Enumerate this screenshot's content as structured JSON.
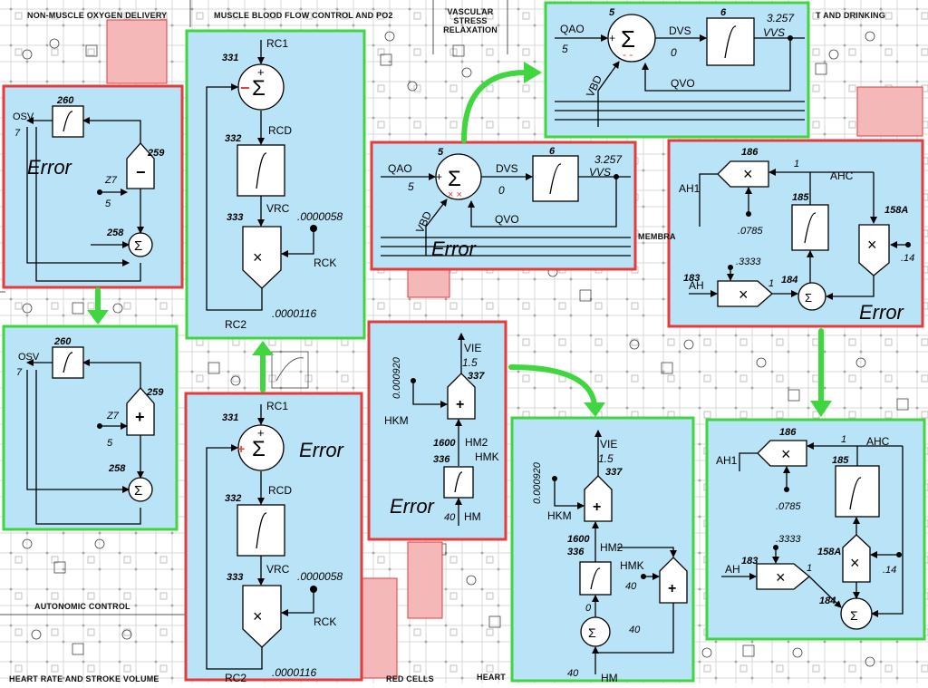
{
  "background_titles": {
    "non_muscle": "NON-MUSCLE  OXYGEN DELIVERY",
    "muscle_blood": "MUSCLE BLOOD FLOW CONTROL AND PO2",
    "vascular": [
      "VASCULAR",
      "STRESS",
      "RELAXATION"
    ],
    "thirst": "T AND DRINKING",
    "autonomic": "AUTONOMIC  CONTROL",
    "heart_rate": "HEART RATE AND STROKE VOLUME",
    "red_cells": "RED CELLS",
    "heart": "HEART",
    "membra": "MEMBRA"
  },
  "colors": {
    "panel_fill": "#b9e3f7",
    "error_border": "#e53b3b",
    "correct_border": "#3fd63f",
    "arrow": "#3fd63f",
    "pink": "#f4b8b8"
  },
  "panel_osv_error": {
    "b260": "260",
    "b259": "259",
    "b258": "258",
    "osv": "OSV",
    "seven": "7",
    "z7": "Z7",
    "five": "5",
    "op259": "−",
    "error": "Error"
  },
  "panel_osv_correct": {
    "b260": "260",
    "b259": "259",
    "b258": "258",
    "osv": "OSV",
    "seven": "7",
    "z7": "Z7",
    "five": "5",
    "op259": "+"
  },
  "panel_rc_correct": {
    "rc1": "RC1",
    "b331": "331",
    "b332": "332",
    "b333": "333",
    "rcd": "RCD",
    "vrc": "VRC",
    "k1": ".0000058",
    "rck": "RCK",
    "rc2": "RC2",
    "k2": ".0000116",
    "plus": "+",
    "minus": "−"
  },
  "panel_rc_error": {
    "rc1": "RC1",
    "b331": "331",
    "b332": "332",
    "b333": "333",
    "rcd": "RCD",
    "vrc": "VRC",
    "k1": ".0000058",
    "rck": "RCK",
    "rc2": "RC2",
    "k2": ".0000116",
    "plus": "+",
    "error": "Error"
  },
  "panel_vvs_correct": {
    "b5": "5",
    "b6": "6",
    "qao": "QAO",
    "five": "5",
    "dvs": "DVS",
    "zero": "0",
    "val": "3.257",
    "vvs": "VVS",
    "vbd": "VBD",
    "qvo": "QVO",
    "plus": "+"
  },
  "panel_vvs_error": {
    "b5": "5",
    "b6": "6",
    "qao": "QAO",
    "five": "5",
    "dvs": "DVS",
    "zero": "0",
    "val": "3.257",
    "vvs": "VVS",
    "vbd": "VBD",
    "qvo": "QVO",
    "plus": "+",
    "error": "Error"
  },
  "panel_ahc_error": {
    "b186": "186",
    "b185": "185",
    "b158a": "158A",
    "b183": "183",
    "b184": "184",
    "one_a": "1",
    "ahc": "AHC",
    "ah1": "AH1",
    "k0785": ".0785",
    "k3333": ".3333",
    "ah": "AH",
    "one_b": "1",
    "k14": ".14",
    "error": "Error"
  },
  "panel_ahc_correct": {
    "b186": "186",
    "b185": "185",
    "b158a": "158A",
    "b183": "183",
    "b184": "184",
    "one_a": "1",
    "ahc": "AHC",
    "ah1": "AH1",
    "k0785": ".0785",
    "k3333": ".3333",
    "ah": "AH",
    "one_b": "1",
    "k14": ".14"
  },
  "panel_vie_error": {
    "k0920": "0.000920",
    "vie": "VIE",
    "v15": "1.5",
    "b337": "337",
    "hkm": "HKM",
    "k1600": "1600",
    "b336": "336",
    "hm2": "HM2",
    "hmk": "HMK",
    "forty": "40",
    "hm": "HM",
    "error": "Error"
  },
  "panel_vie_correct": {
    "k0920": "0.000920",
    "vie": "VIE",
    "v15": "1.5",
    "b337": "337",
    "hkm": "HKM",
    "k1600": "1600",
    "b336": "336",
    "hm2": "HM2",
    "hmk": "HMK",
    "forty_a": "40",
    "zero": "0",
    "forty_b": "40",
    "forty_c": "40",
    "hm": "HM"
  }
}
